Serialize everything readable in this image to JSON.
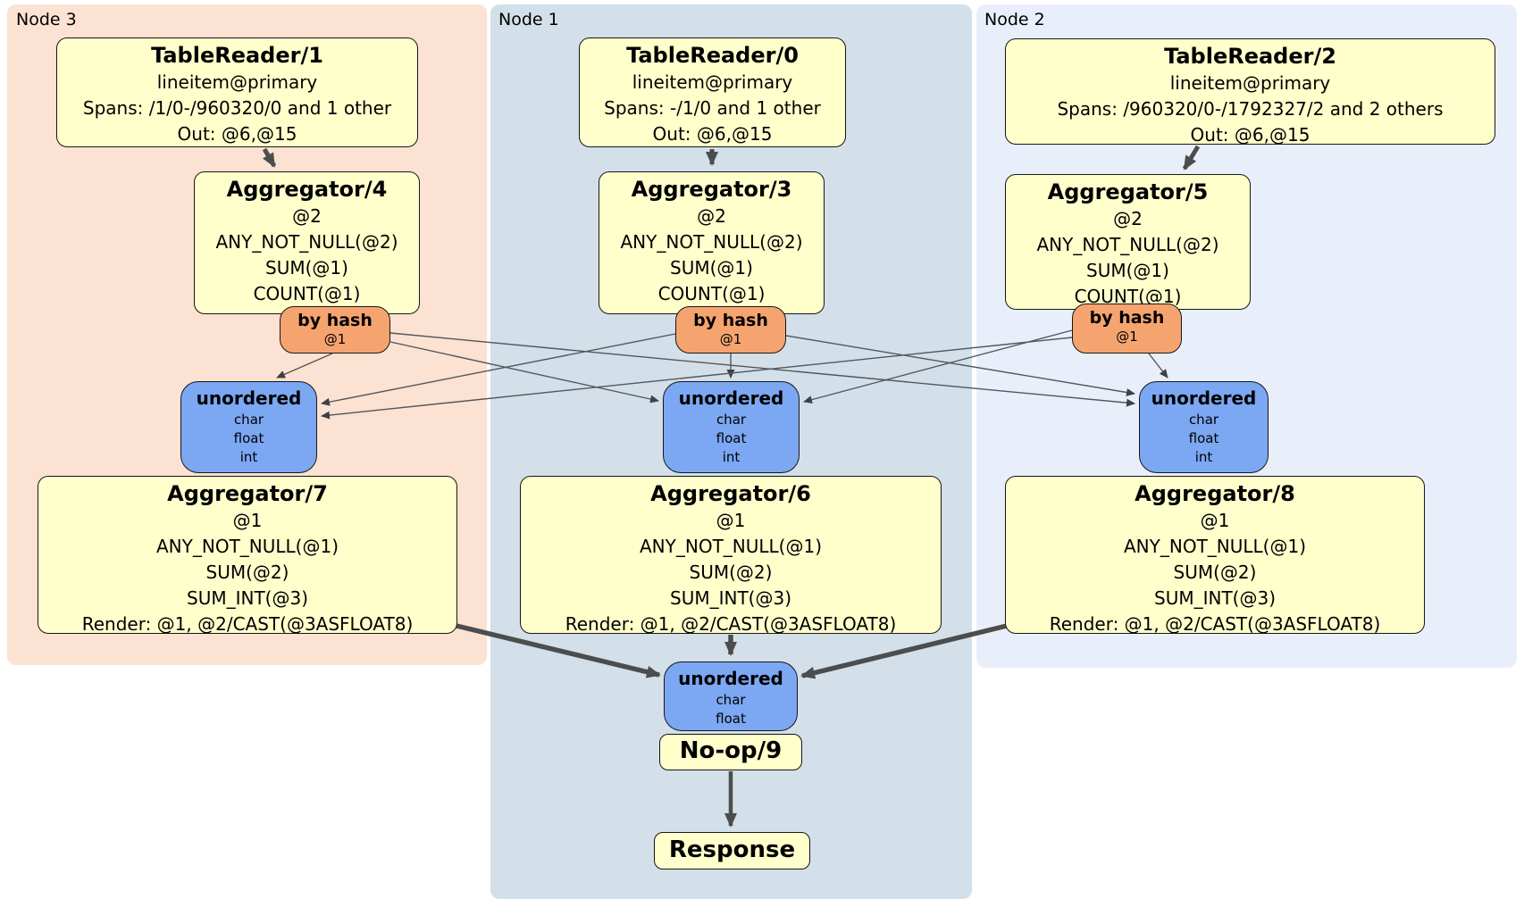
{
  "regions": {
    "node3": {
      "label": "Node 3"
    },
    "node1": {
      "label": "Node 1"
    },
    "node2": {
      "label": "Node 2"
    }
  },
  "processors": {
    "tr1": {
      "title": "TableReader/1",
      "lines": [
        "lineitem@primary",
        "Spans: /1/0-/960320/0 and 1 other",
        "Out: @6,@15"
      ]
    },
    "tr0": {
      "title": "TableReader/0",
      "lines": [
        "lineitem@primary",
        "Spans: -/1/0 and 1 other",
        "Out: @6,@15"
      ]
    },
    "tr2": {
      "title": "TableReader/2",
      "lines": [
        "lineitem@primary",
        "Spans: /960320/0-/1792327/2 and 2 others",
        "Out: @6,@15"
      ]
    },
    "agg4": {
      "title": "Aggregator/4",
      "lines": [
        "@2",
        "ANY_NOT_NULL(@2)",
        "SUM(@1)",
        "COUNT(@1)"
      ]
    },
    "agg3": {
      "title": "Aggregator/3",
      "lines": [
        "@2",
        "ANY_NOT_NULL(@2)",
        "SUM(@1)",
        "COUNT(@1)"
      ]
    },
    "agg5": {
      "title": "Aggregator/5",
      "lines": [
        "@2",
        "ANY_NOT_NULL(@2)",
        "SUM(@1)",
        "COUNT(@1)"
      ]
    },
    "agg7": {
      "title": "Aggregator/7",
      "lines": [
        "@1",
        "ANY_NOT_NULL(@1)",
        "SUM(@2)",
        "SUM_INT(@3)",
        "Render: @1, @2/CAST(@3ASFLOAT8)"
      ]
    },
    "agg6": {
      "title": "Aggregator/6",
      "lines": [
        "@1",
        "ANY_NOT_NULL(@1)",
        "SUM(@2)",
        "SUM_INT(@3)",
        "Render: @1, @2/CAST(@3ASFLOAT8)"
      ]
    },
    "agg8": {
      "title": "Aggregator/8",
      "lines": [
        "@1",
        "ANY_NOT_NULL(@1)",
        "SUM(@2)",
        "SUM_INT(@3)",
        "Render: @1, @2/CAST(@3ASFLOAT8)"
      ]
    },
    "noop": {
      "title": "No-op/9"
    },
    "response": {
      "title": "Response"
    }
  },
  "routers": {
    "byhash3": {
      "title": "by hash",
      "detail": "@1"
    },
    "byhash1": {
      "title": "by hash",
      "detail": "@1"
    },
    "byhash2": {
      "title": "by hash",
      "detail": "@1"
    }
  },
  "syncs": {
    "u3": {
      "title": "unordered",
      "columns": [
        "char",
        "float",
        "int"
      ]
    },
    "u1": {
      "title": "unordered",
      "columns": [
        "char",
        "float",
        "int"
      ]
    },
    "u2": {
      "title": "unordered",
      "columns": [
        "char",
        "float",
        "int"
      ]
    },
    "ufinal": {
      "title": "unordered",
      "columns": [
        "char",
        "float"
      ]
    }
  },
  "colors": {
    "node3_bg": "#fbe2d2",
    "node1_bg": "#d3e0e9",
    "node2_bg": "#e9effa",
    "processor_fill": "#ffffcc",
    "router_fill": "#f6a46f",
    "sync_fill": "#7ca7f2",
    "edge": "#4d4d4d"
  }
}
